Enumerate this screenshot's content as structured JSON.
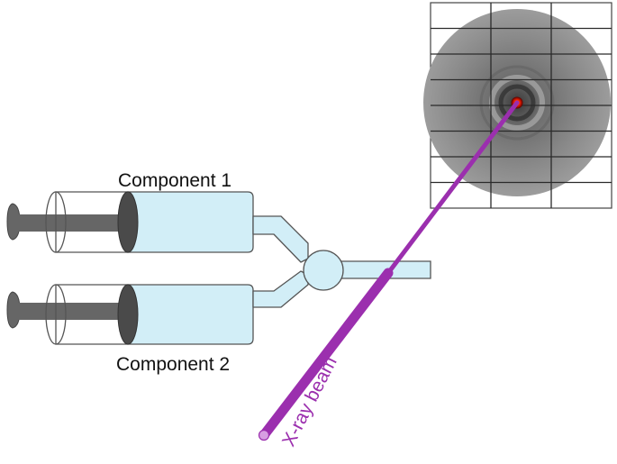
{
  "labels": {
    "component_1": "Component 1",
    "component_2": "Component 2",
    "xray_beam": "X-ray beam"
  },
  "colors": {
    "liquid": "#d2eef7",
    "outline": "#555555",
    "plunger": "#666666",
    "beam": "#9b2fae",
    "detector_bg": "#ffffff",
    "pattern_dark": "#777777",
    "spot": "#ff2200"
  },
  "detector": {
    "columns": 3,
    "rows": 8
  }
}
